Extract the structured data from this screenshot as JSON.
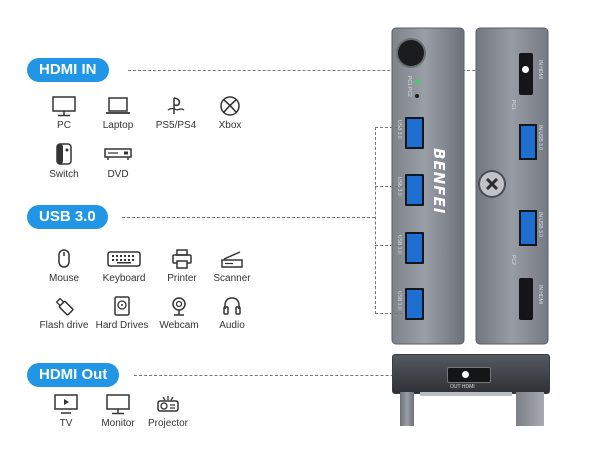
{
  "sections": {
    "hdmi_in": {
      "title": "HDMI IN",
      "items": [
        {
          "label": "PC",
          "icon": "monitor-icon"
        },
        {
          "label": "Laptop",
          "icon": "laptop-icon"
        },
        {
          "label": "PS5/PS4",
          "icon": "playstation-icon"
        },
        {
          "label": "Xbox",
          "icon": "xbox-icon"
        },
        {
          "label": "Switch",
          "icon": "game-switch-icon"
        },
        {
          "label": "DVD",
          "icon": "dvd-player-icon"
        }
      ]
    },
    "usb": {
      "title": "USB 3.0",
      "items": [
        {
          "label": "Mouse",
          "icon": "mouse-icon"
        },
        {
          "label": "Keyboard",
          "icon": "keyboard-icon"
        },
        {
          "label": "Printer",
          "icon": "printer-icon"
        },
        {
          "label": "Scanner",
          "icon": "scanner-icon"
        },
        {
          "label": "Flash drive",
          "icon": "flash-drive-icon"
        },
        {
          "label": "Hard Drives",
          "icon": "hard-drive-icon"
        },
        {
          "label": "Webcam",
          "icon": "webcam-icon"
        },
        {
          "label": "Audio",
          "icon": "headphones-icon"
        }
      ]
    },
    "hdmi_out": {
      "title": "HDMI Out",
      "items": [
        {
          "label": "TV",
          "icon": "tv-icon"
        },
        {
          "label": "Monitor",
          "icon": "monitor-icon"
        },
        {
          "label": "Projector",
          "icon": "projector-icon"
        }
      ]
    }
  },
  "device": {
    "brand": "BENFEI",
    "pc_indicator": "PC1 PC2",
    "front_usb_ports": [
      "USB 3.0",
      "USB 3.0",
      "USB 3.0",
      "USB 3.0"
    ],
    "back_ports": [
      "IN HDMI",
      "PC1",
      "IN USB 3.0",
      "IN USB 3.0",
      "PC2",
      "IN HDMI"
    ],
    "out_port": "OUT HDMI",
    "colors": {
      "accent": "#2196e6",
      "body": "#8d929a",
      "body_dark": "#5f636a",
      "port_blue": "#1e6fd0"
    }
  }
}
